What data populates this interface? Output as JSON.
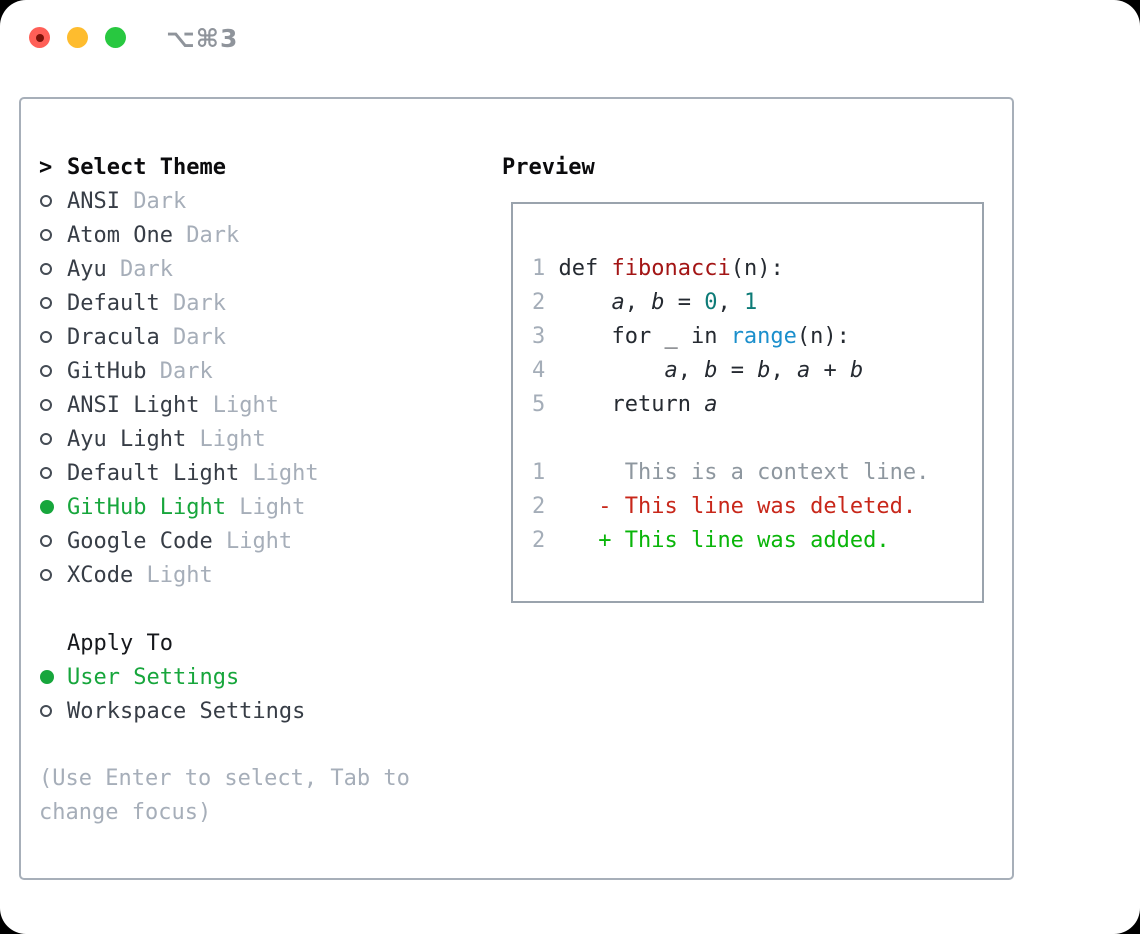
{
  "window": {
    "shortcut_label": "⌥⌘3"
  },
  "colors": {
    "accent_green": "#17a63c",
    "traffic_red": "#ff5f57",
    "traffic_yellow": "#febc2e",
    "traffic_green": "#28c840",
    "code": "#252a31",
    "func": "#a31515",
    "num": "#0d7b77",
    "builtin": "#1b8fcc",
    "var": "#252a31",
    "ln": "#a4adb8",
    "context": "#8e979f",
    "del": "#c8271a",
    "add": "#09b509",
    "name": "#373d46",
    "variant": "#a6aeb9",
    "hint": "#a6aeb9"
  },
  "theme_picker": {
    "title_prefix": ">",
    "title": "Select Theme",
    "items": [
      {
        "label": "ANSI",
        "variant": "Dark",
        "selected": false
      },
      {
        "label": "Atom One",
        "variant": "Dark",
        "selected": false
      },
      {
        "label": "Ayu",
        "variant": "Dark",
        "selected": false
      },
      {
        "label": "Default",
        "variant": "Dark",
        "selected": false
      },
      {
        "label": "Dracula",
        "variant": "Dark",
        "selected": false
      },
      {
        "label": "GitHub",
        "variant": "Dark",
        "selected": false
      },
      {
        "label": "ANSI Light",
        "variant": "Light",
        "selected": false
      },
      {
        "label": "Ayu Light",
        "variant": "Light",
        "selected": false
      },
      {
        "label": "Default Light",
        "variant": "Light",
        "selected": false
      },
      {
        "label": "GitHub Light",
        "variant": "Light",
        "selected": true
      },
      {
        "label": "Google Code",
        "variant": "Light",
        "selected": false
      },
      {
        "label": "XCode",
        "variant": "Light",
        "selected": false
      }
    ],
    "apply_to": {
      "title": "Apply To",
      "options": [
        {
          "label": "User Settings",
          "selected": true
        },
        {
          "label": "Workspace Settings",
          "selected": false
        }
      ]
    },
    "hint_lines": [
      "(Use Enter to select, Tab to",
      "change focus)"
    ]
  },
  "preview": {
    "title": "Preview",
    "lines": [
      [
        {
          "t": "1",
          "c": "ln"
        },
        {
          "t": " def ",
          "c": "code"
        },
        {
          "t": "fibonacci",
          "c": "func"
        },
        {
          "t": "(n):",
          "c": "code"
        }
      ],
      [
        {
          "t": "2",
          "c": "ln"
        },
        {
          "t": "     ",
          "c": "code"
        },
        {
          "t": "a",
          "c": "var",
          "i": true
        },
        {
          "t": ", ",
          "c": "code"
        },
        {
          "t": "b",
          "c": "var",
          "i": true
        },
        {
          "t": " = ",
          "c": "code"
        },
        {
          "t": "0",
          "c": "num"
        },
        {
          "t": ", ",
          "c": "code"
        },
        {
          "t": "1",
          "c": "num"
        }
      ],
      [
        {
          "t": "3",
          "c": "ln"
        },
        {
          "t": "     for _ in ",
          "c": "code"
        },
        {
          "t": "range",
          "c": "builtin"
        },
        {
          "t": "(n):",
          "c": "code"
        }
      ],
      [
        {
          "t": "4",
          "c": "ln"
        },
        {
          "t": "         ",
          "c": "code"
        },
        {
          "t": "a",
          "c": "var",
          "i": true
        },
        {
          "t": ", ",
          "c": "code"
        },
        {
          "t": "b",
          "c": "var",
          "i": true
        },
        {
          "t": " = ",
          "c": "code"
        },
        {
          "t": "b",
          "c": "var",
          "i": true
        },
        {
          "t": ", ",
          "c": "code"
        },
        {
          "t": "a",
          "c": "var",
          "i": true
        },
        {
          "t": " + ",
          "c": "code"
        },
        {
          "t": "b",
          "c": "var",
          "i": true
        }
      ],
      [
        {
          "t": "5",
          "c": "ln"
        },
        {
          "t": "     return ",
          "c": "code"
        },
        {
          "t": "a",
          "c": "var",
          "i": true
        }
      ],
      [],
      [
        {
          "t": "1",
          "c": "ln"
        },
        {
          "t": "      This is a context line.",
          "c": "context"
        }
      ],
      [
        {
          "t": "2",
          "c": "ln"
        },
        {
          "t": "    ",
          "c": "code"
        },
        {
          "t": "- This line was deleted.",
          "c": "del"
        }
      ],
      [
        {
          "t": "2",
          "c": "ln"
        },
        {
          "t": "    ",
          "c": "code"
        },
        {
          "t": "+ This line was added.",
          "c": "add"
        }
      ]
    ]
  }
}
